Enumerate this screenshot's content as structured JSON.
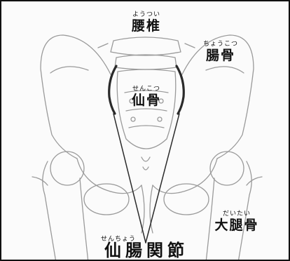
{
  "labels": {
    "lumbar": {
      "ruby": "ようつい",
      "text": "腰椎"
    },
    "ilium": {
      "ruby": "ちょうこつ",
      "text": "腸骨"
    },
    "sacrum": {
      "ruby": "せんこつ",
      "text": "仙骨"
    },
    "femur": {
      "ruby": "だいたい",
      "text": "大腿骨"
    },
    "sacroiliac": {
      "ruby": "せんちょう",
      "text": "仙腸関節"
    }
  },
  "colors": {
    "outline": "#9a9a9a",
    "highlight": "#2a2a2a",
    "ink": "#111111",
    "frame": "#111111"
  }
}
